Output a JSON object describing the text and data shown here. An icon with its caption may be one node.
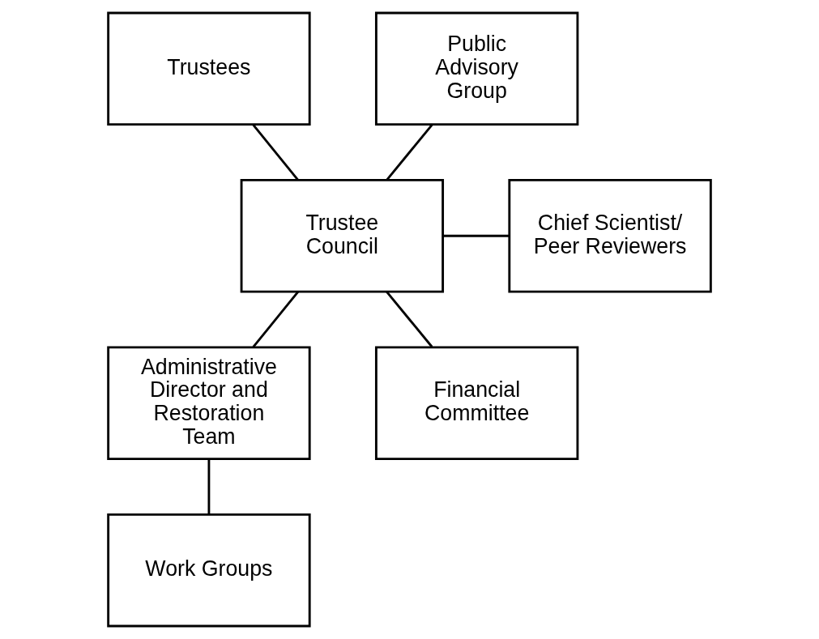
{
  "diagram": {
    "nodes": [
      {
        "text": [
          "Trustees"
        ]
      },
      {
        "text": [
          "Public Advisory Group"
        ]
      },
      {
        "text": [
          "Trustee Council"
        ]
      },
      {
        "text": [
          "Chief Scientist/ Peer Reviewers"
        ]
      },
      {
        "text": [
          "Financial Committee"
        ]
      },
      {
        "text": [
          "Administrative Director and Restoration Team"
        ]
      },
      {
        "text": [
          "Work Groups"
        ]
      }
    ],
    "edges": [
      {
        "from": 0,
        "to": 2,
        "arrow": "none"
      },
      {
        "from": 1,
        "to": 2,
        "arrow": "none"
      },
      {
        "from": 4,
        "to": 2,
        "arrow": "none"
      },
      {
        "from": 2,
        "to": 3,
        "arrow": "none"
      },
      {
        "from": 2,
        "to": 5,
        "arrow": "none"
      },
      {
        "from": 5,
        "to": 6,
        "arrow": "none"
      }
    ]
  }
}
